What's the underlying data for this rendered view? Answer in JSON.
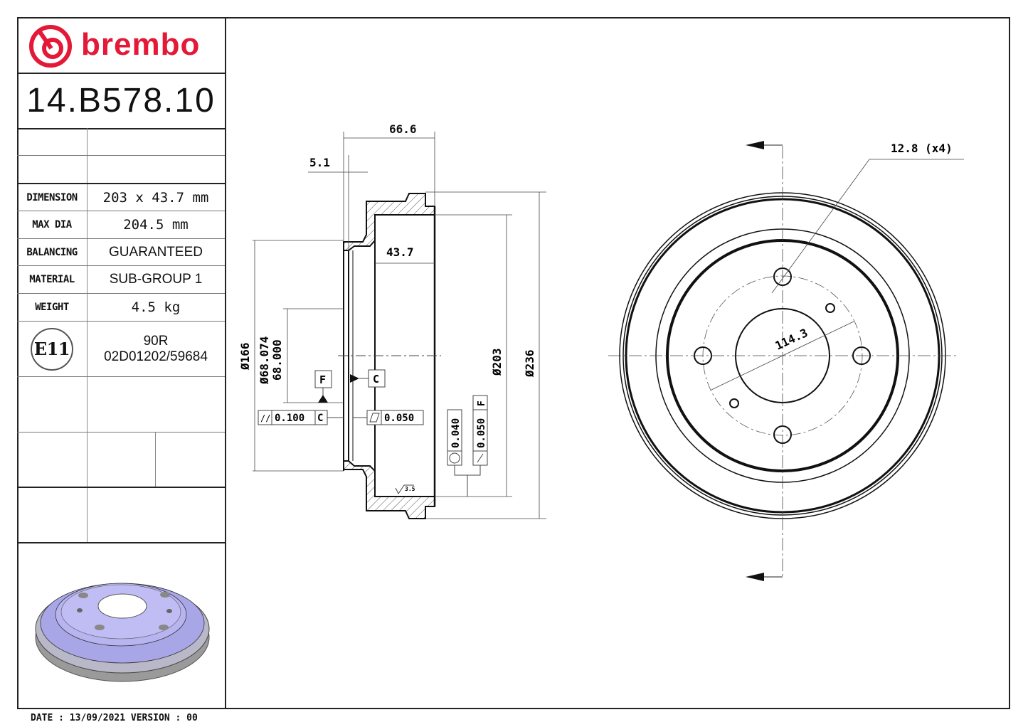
{
  "brand": {
    "name": "brembo",
    "color": "#e31937"
  },
  "part_number": "14.B578.10",
  "specs": [
    {
      "label": "DIMENSION",
      "value": "203 x 43.7 mm"
    },
    {
      "label": "MAX DIA",
      "value": "204.5 mm"
    },
    {
      "label": "BALANCING",
      "value": "GUARANTEED"
    },
    {
      "label": "MATERIAL",
      "value": "SUB-GROUP 1"
    },
    {
      "label": "WEIGHT",
      "value": "4.5 kg"
    }
  ],
  "homologation": {
    "mark": "E11",
    "line1": "90R",
    "line2": "02D01202/59684"
  },
  "footer": {
    "text": "DATE : 13/09/2021 VERSION : 00"
  },
  "section_view": {
    "overall_depth": "66.6",
    "flange_thickness": "5.1",
    "braking_width": "43.7",
    "dia_166": "166",
    "dia_hub_upper": "68.074",
    "dia_hub_lower": "68.000",
    "dia_203": "203",
    "dia_236": "236",
    "datum_f": "F",
    "datum_c": "C",
    "parallelism_tol": "0.100",
    "parallelism_ref": "C",
    "flatness_tol": "0.050",
    "circularity_tol": "0.040",
    "runout_tol": "0.050",
    "runout_ref": "F",
    "roughness": "3.5",
    "diameter_symbol": "Ø"
  },
  "front_view": {
    "hole_dia": "12.8 (x4)",
    "pcd": "114.3"
  }
}
